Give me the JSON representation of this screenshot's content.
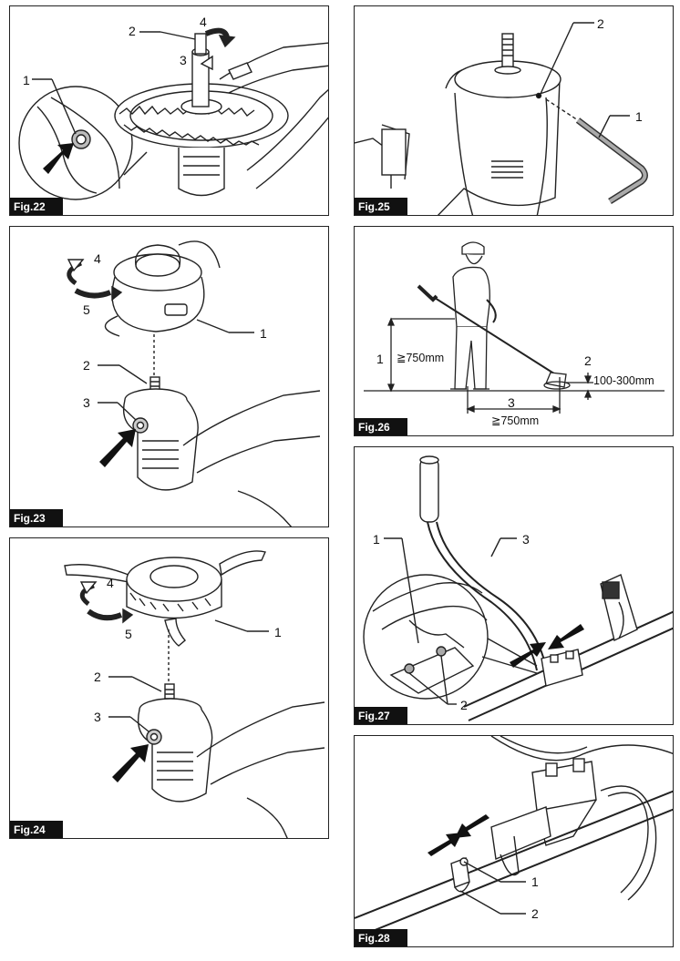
{
  "figures": {
    "fig22": {
      "label": "Fig.22",
      "callouts": [
        "1",
        "2",
        "3",
        "4"
      ]
    },
    "fig23": {
      "label": "Fig.23",
      "callouts": [
        "1",
        "2",
        "3",
        "4",
        "5"
      ]
    },
    "fig24": {
      "label": "Fig.24",
      "callouts": [
        "1",
        "2",
        "3",
        "4",
        "5"
      ]
    },
    "fig25": {
      "label": "Fig.25",
      "callouts": [
        "1",
        "2"
      ]
    },
    "fig26": {
      "label": "Fig.26",
      "callouts": [
        "1",
        "2",
        "3"
      ],
      "measurements": {
        "height": "≧750mm",
        "gap": "100-300mm",
        "distance": "≧750mm"
      }
    },
    "fig27": {
      "label": "Fig.27",
      "callouts": [
        "1",
        "2",
        "3"
      ]
    },
    "fig28": {
      "label": "Fig.28",
      "callouts": [
        "1",
        "2"
      ]
    }
  }
}
